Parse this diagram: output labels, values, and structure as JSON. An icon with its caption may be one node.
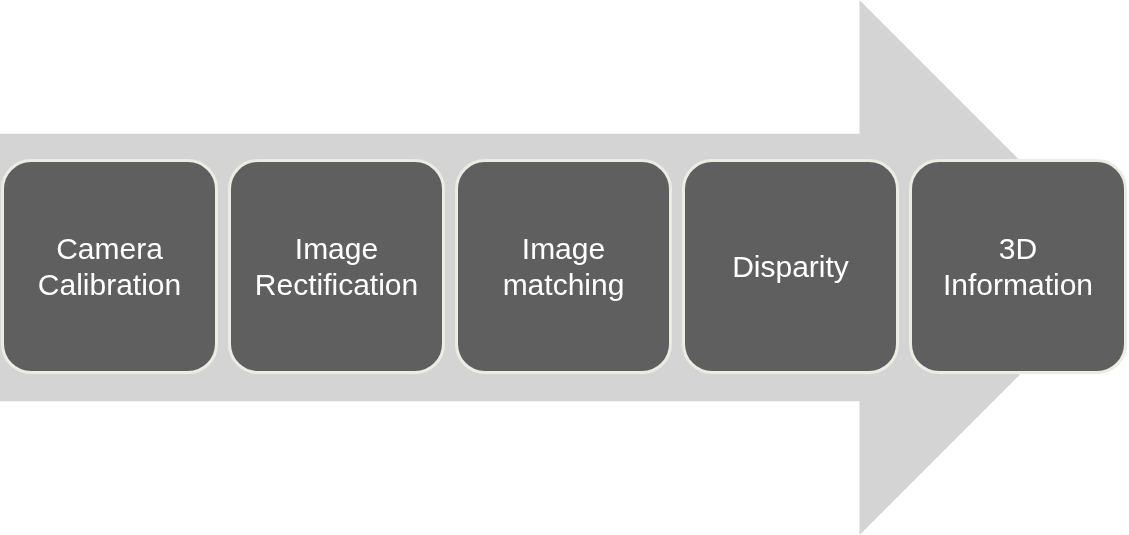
{
  "diagram": {
    "nodes": [
      {
        "text": [],
        "shape": "arrow"
      },
      {
        "text": [
          "Camera Calibration"
        ],
        "in": 0
      },
      {
        "text": [
          "Image Rectification"
        ],
        "in": 0
      },
      {
        "text": [
          "Image matching"
        ],
        "in": 0
      },
      {
        "text": [
          "Disparity"
        ],
        "in": 0
      },
      {
        "text": [
          "3D Information"
        ],
        "in": 0
      }
    ]
  }
}
